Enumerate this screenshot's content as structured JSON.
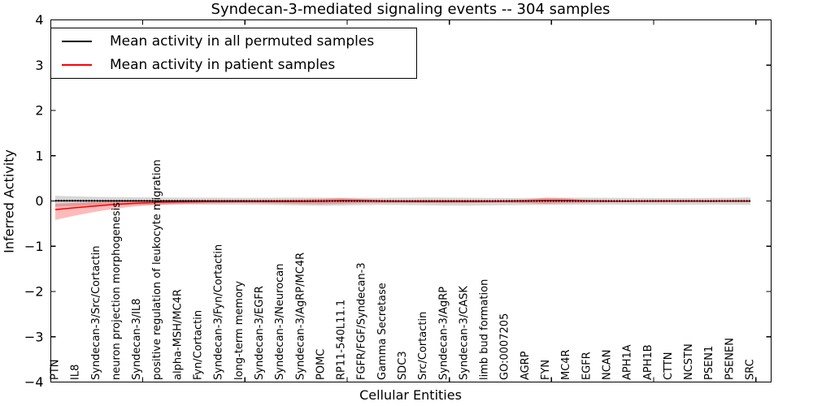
{
  "title": "Syndecan-3-mediated signaling events -- 304 samples",
  "legend": {
    "entries": [
      {
        "label": "Mean activity in all permuted samples",
        "color": "#000000"
      },
      {
        "label": "Mean activity in patient samples",
        "color": "#ff0000"
      }
    ]
  },
  "chart_data": {
    "type": "line",
    "title": "Syndecan-3-mediated signaling events -- 304 samples",
    "xlabel": "Cellular Entities",
    "ylabel": "Inferred Activity",
    "ylim": [
      -4,
      4
    ],
    "yticks": [
      4,
      3,
      2,
      1,
      0,
      -1,
      -2,
      -3,
      -4
    ],
    "grid": false,
    "legend_position": "upper left",
    "categories": [
      "PTN",
      "IL8",
      "Syndecan-3/Src/Cortactin",
      "neuron projection morphogenesis",
      "Syndecan-3/IL8",
      "positive regulation of leukocyte migration",
      "alpha-MSH/MC4R",
      "Fyn/Cortactin",
      "Syndecan-3/Fyn/Cortactin",
      "long-term memory",
      "Syndecan-3/EGFR",
      "Syndecan-3/Neurocan",
      "Syndecan-3/AgRP/MC4R",
      "POMC",
      "RP11-540L11.1",
      "FGFR/FGF/Syndecan-3",
      "Gamma Secretase",
      "SDC3",
      "Src/Cortactin",
      "Syndecan-3/AgRP",
      "Syndecan-3/CASK",
      "limb bud formation",
      "GO:0007205",
      "AGRP",
      "FYN",
      "MC4R",
      "EGFR",
      "NCAN",
      "APH1A",
      "APH1B",
      "CTTN",
      "NCSTN",
      "PSEN1",
      "PSENEN",
      "SRC"
    ],
    "series": [
      {
        "name": "Mean activity in all permuted samples",
        "color": "#000000",
        "band_color": "rgba(0,0,0,0.16)",
        "values": [
          0.005,
          0.004,
          0.003,
          0.002,
          0.002,
          0.001,
          0.001,
          0.001,
          0,
          0,
          -0.001,
          -0.002,
          -0.002,
          -0.001,
          0,
          0,
          -0.001,
          -0.002,
          -0.003,
          -0.003,
          -0.002,
          -0.002,
          -0.001,
          0,
          0.001,
          0.001,
          0,
          -0.001,
          -0.001,
          0,
          0,
          0,
          -0.001,
          0,
          0
        ],
        "band_upper": [
          0.115,
          0.1,
          0.09,
          0.085,
          0.08,
          0.078,
          0.075,
          0.073,
          0.072,
          0.07,
          0.07,
          0.072,
          0.074,
          0.072,
          0.07,
          0.068,
          0.07,
          0.073,
          0.076,
          0.074,
          0.071,
          0.068,
          0.066,
          0.065,
          0.068,
          0.071,
          0.072,
          0.07,
          0.067,
          0.065,
          0.064,
          0.066,
          0.068,
          0.07,
          0.078
        ],
        "band_lower": [
          -0.125,
          -0.11,
          -0.1,
          -0.094,
          -0.09,
          -0.087,
          -0.085,
          -0.083,
          -0.082,
          -0.081,
          -0.085,
          -0.09,
          -0.098,
          -0.105,
          -0.1,
          -0.092,
          -0.088,
          -0.09,
          -0.095,
          -0.1,
          -0.103,
          -0.099,
          -0.094,
          -0.09,
          -0.087,
          -0.085,
          -0.083,
          -0.081,
          -0.08,
          -0.081,
          -0.083,
          -0.082,
          -0.081,
          -0.08,
          -0.088
        ]
      },
      {
        "name": "Mean activity in patient samples",
        "color": "#ff0000",
        "band_color": "rgba(255,0,0,0.27)",
        "values": [
          -0.19,
          -0.148,
          -0.11,
          -0.073,
          -0.048,
          -0.032,
          -0.022,
          -0.018,
          -0.015,
          -0.013,
          -0.011,
          -0.01,
          -0.008,
          -0.004,
          0.01,
          0.004,
          -0.004,
          -0.007,
          -0.009,
          -0.01,
          -0.008,
          -0.006,
          -0.004,
          -0.002,
          0.012,
          0.008,
          0.001,
          -0.003,
          -0.004,
          -0.004,
          -0.003,
          -0.003,
          -0.002,
          -0.002,
          -0.002
        ],
        "band_upper": [
          -0.06,
          -0.042,
          -0.022,
          -0.005,
          0.004,
          0.008,
          0.012,
          0.014,
          0.016,
          0.017,
          0.02,
          0.026,
          0.034,
          0.048,
          0.062,
          0.042,
          0.022,
          0.016,
          0.02,
          0.022,
          0.02,
          0.017,
          0.015,
          0.03,
          0.072,
          0.058,
          0.02,
          0.012,
          0.01,
          0.01,
          0.01,
          0.01,
          0.01,
          0.01,
          0.012
        ],
        "band_lower": [
          -0.42,
          -0.32,
          -0.235,
          -0.165,
          -0.115,
          -0.085,
          -0.065,
          -0.056,
          -0.05,
          -0.046,
          -0.05,
          -0.056,
          -0.064,
          -0.072,
          -0.06,
          -0.05,
          -0.045,
          -0.042,
          -0.046,
          -0.05,
          -0.048,
          -0.043,
          -0.038,
          -0.05,
          -0.062,
          -0.05,
          -0.038,
          -0.03,
          -0.028,
          -0.027,
          -0.026,
          -0.025,
          -0.024,
          -0.023,
          -0.025
        ]
      }
    ]
  }
}
